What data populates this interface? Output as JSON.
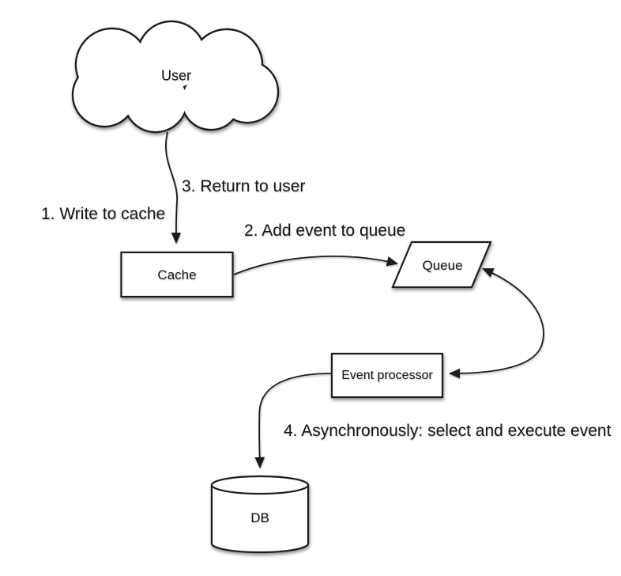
{
  "diagram": {
    "background": "#ffffff",
    "stroke_color": "#1c1c1c",
    "shape_fill": "#ffffff",
    "text_color": "#161616",
    "nodes": {
      "user": {
        "label": "User",
        "shape": "cloud"
      },
      "cache": {
        "label": "Cache",
        "shape": "rectangle"
      },
      "queue": {
        "label": "Queue",
        "shape": "parallelogram"
      },
      "event_processor": {
        "label": "Event processor",
        "shape": "rectangle"
      },
      "db": {
        "label": "DB",
        "shape": "cylinder"
      }
    },
    "edges": {
      "step1": {
        "label": "1. Write to cache",
        "from": "user",
        "to": "cache"
      },
      "step2": {
        "label": "2. Add event to queue",
        "from": "cache",
        "to": "queue"
      },
      "step3": {
        "label": "3. Return to user",
        "from": "cache",
        "to": "user"
      },
      "step4": {
        "label": "4. Asynchronously: select and execute event",
        "from": "event_processor",
        "to": "db"
      },
      "queue_link": {
        "from": "queue",
        "to": "event_processor",
        "bidirectional": true
      }
    }
  }
}
